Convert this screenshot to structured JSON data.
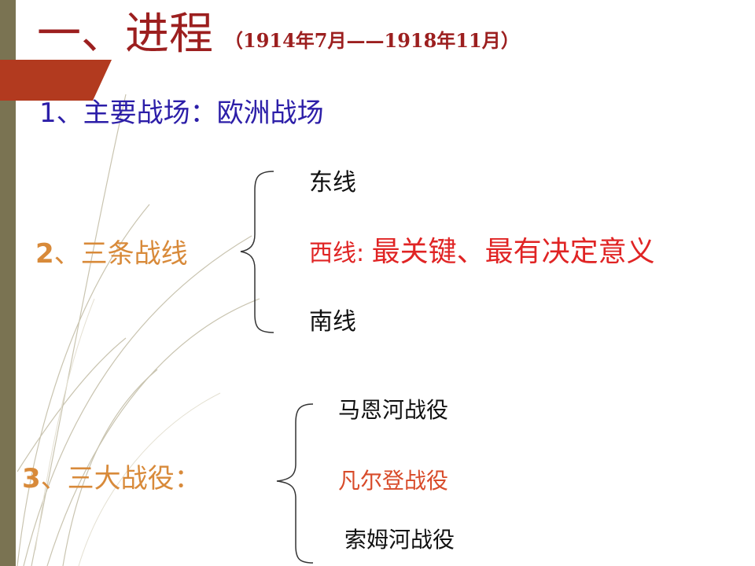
{
  "slide": {
    "title": "一、进程",
    "date_range": "（1914年7月——1918年11月）"
  },
  "points": {
    "main_battlefield": "1、主要战场：欧洲战场",
    "three_fronts": {
      "number": "2",
      "label": "、三条战线"
    },
    "three_battles": {
      "number": "3",
      "label": "、三大战役："
    }
  },
  "fronts": {
    "east": "东线",
    "west": "西线:",
    "west_note": "最关键、最有决定意义",
    "south": "南线"
  },
  "battles": {
    "marne": "马恩河战役",
    "verdun": "凡尔登战役",
    "somme": "索姆河战役"
  },
  "colors": {
    "title": "#9c1f1f",
    "point1": "#2c1ea8",
    "points_orange": "#d88a3a",
    "highlight_red": "#e02424",
    "side_bar": "#7a7352",
    "accent_block": "#b23a1f"
  }
}
